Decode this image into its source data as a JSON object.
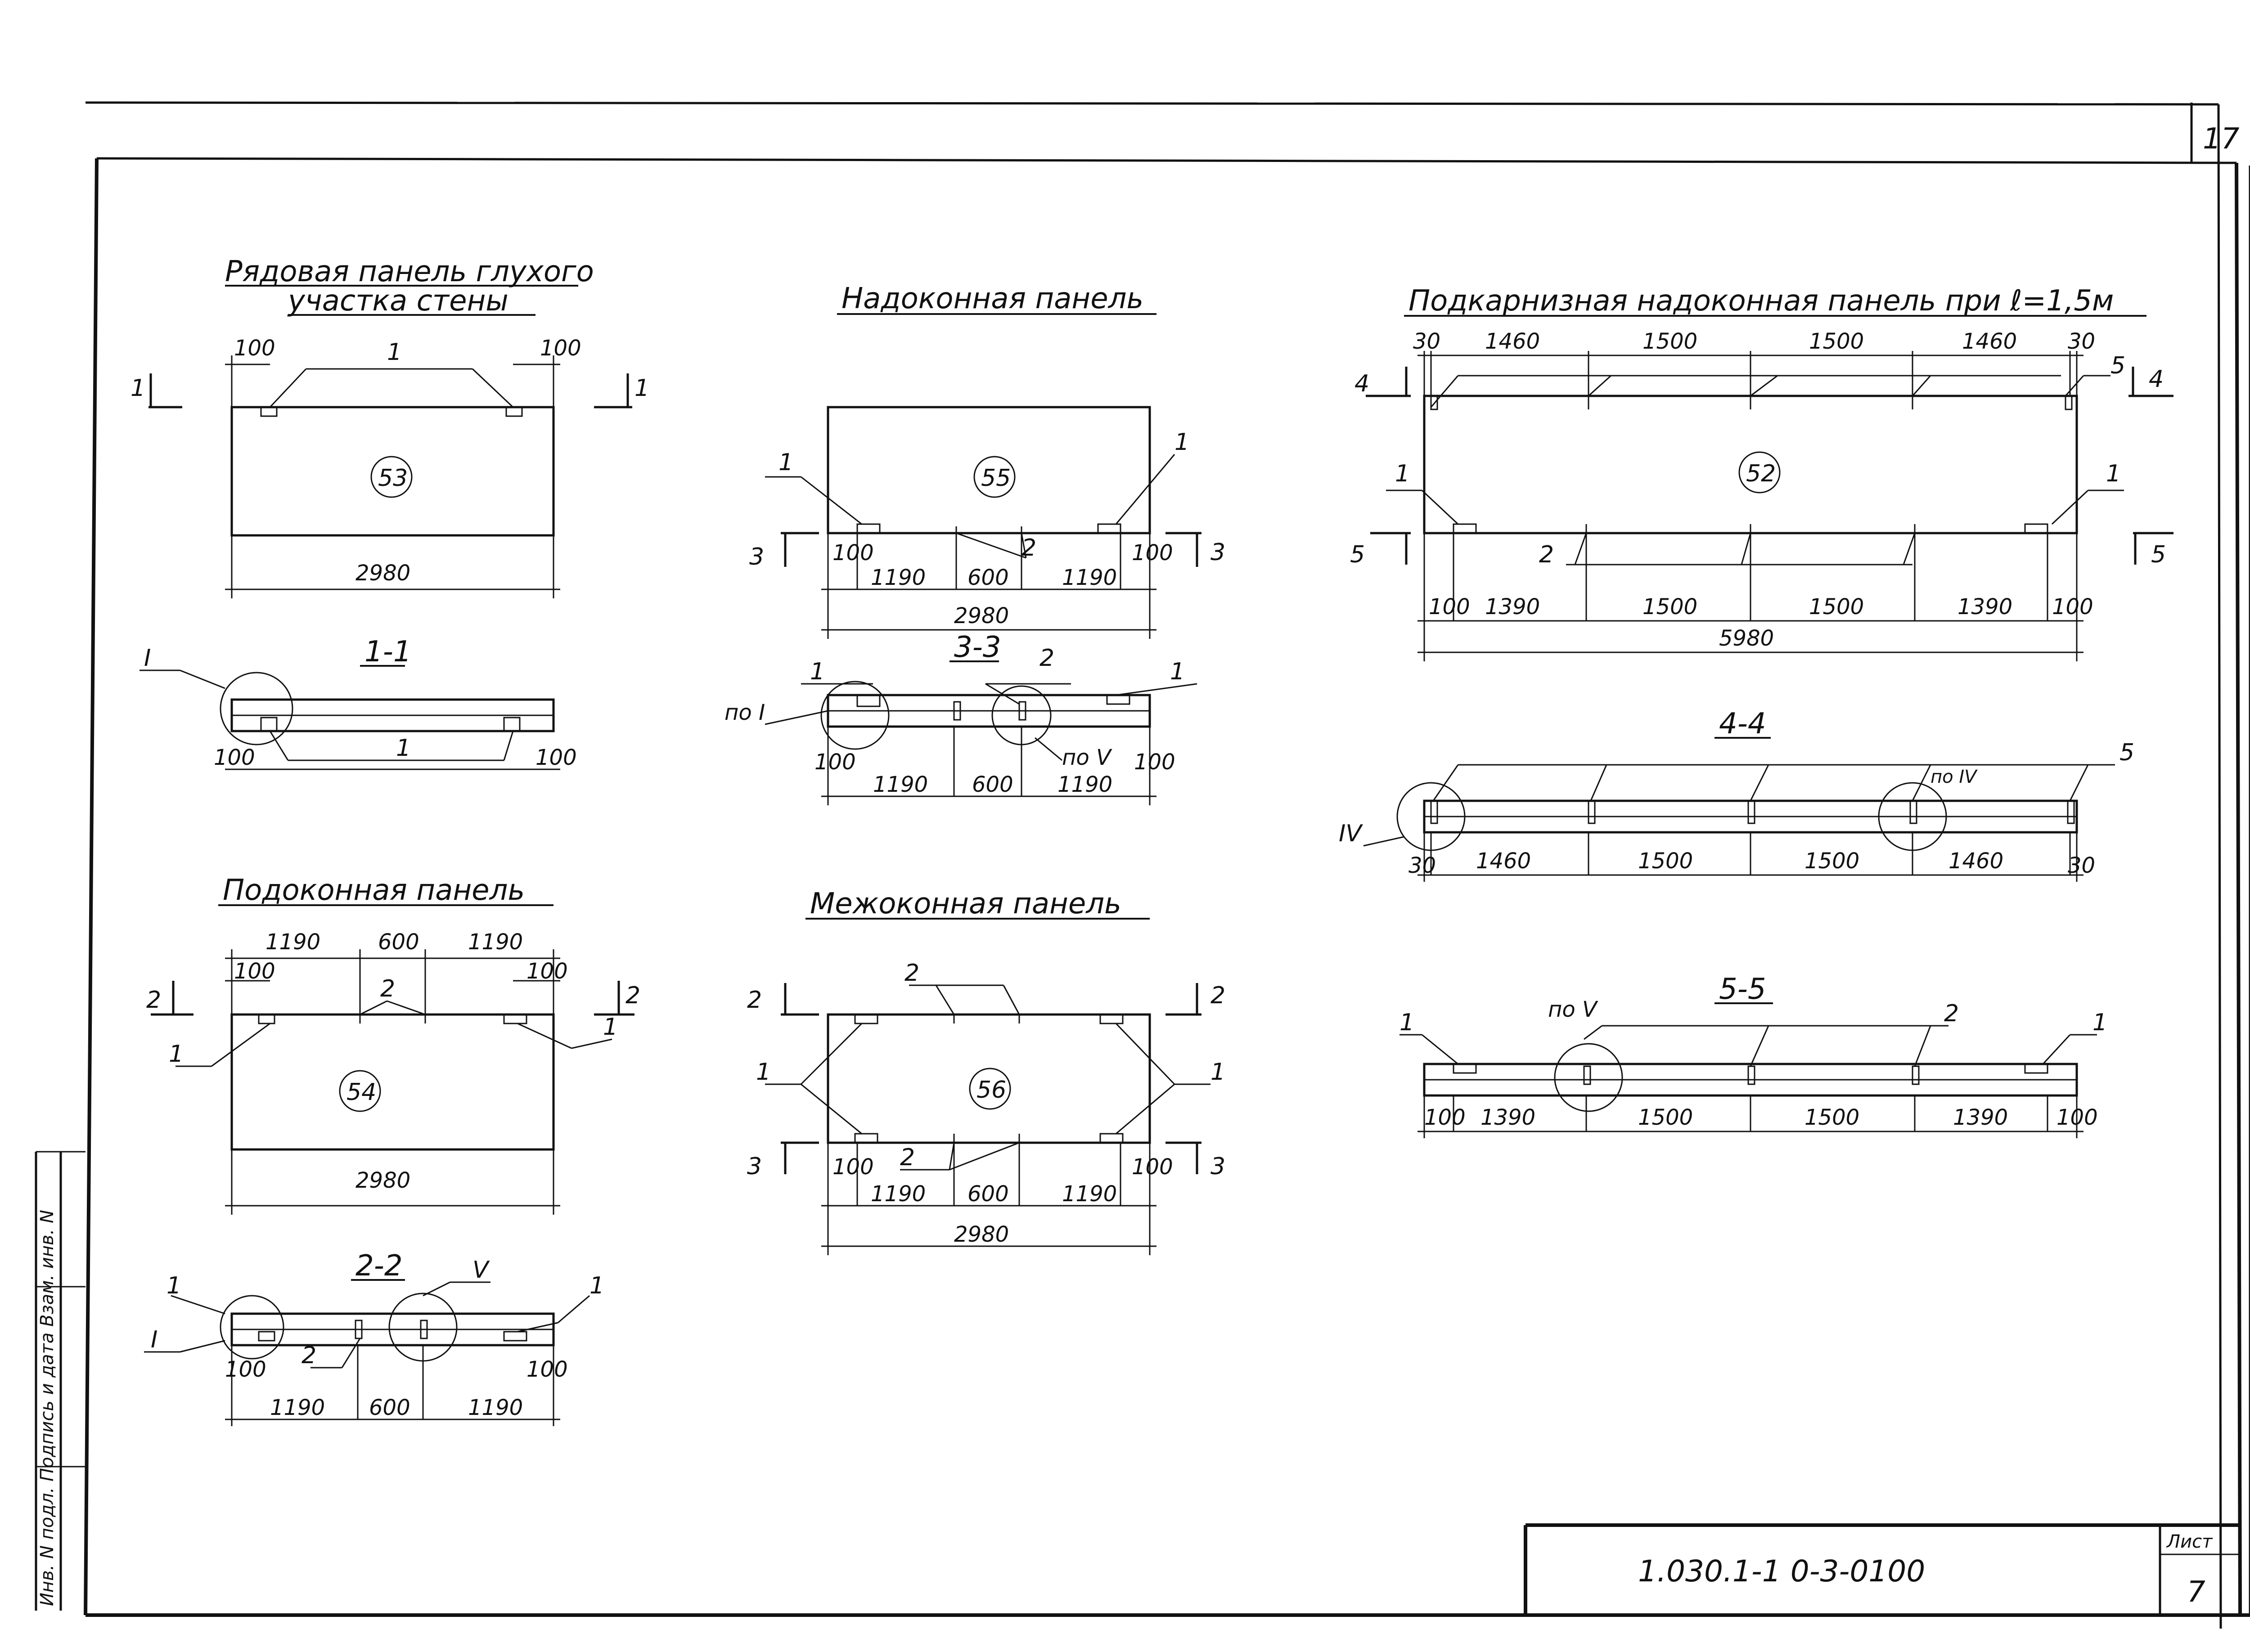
{
  "sheet": {
    "page_number": "17",
    "document_code": "1.030.1-1 0-3-0100",
    "sheet_label": "Лист",
    "sheet_number": "7",
    "side_stamp": "Инв. N подл.  Подпись и дата  Взам. инв. N"
  },
  "panel_53": {
    "title_line1": "Рядовая панель глухого",
    "title_line2": "участка стены",
    "mark": "53",
    "dim_left": "100",
    "dim_right": "100",
    "dim_total": "2980",
    "callout": "1",
    "section_mark": "1"
  },
  "section_1_1": {
    "title": "1-1",
    "node": "I",
    "dim_left": "100",
    "dim_right": "100",
    "callout": "1"
  },
  "panel_55": {
    "title": "Надоконная панель",
    "mark": "55",
    "callout_1": "1",
    "callout_2": "2",
    "dims": [
      "100",
      "1190",
      "600",
      "1190",
      "100"
    ],
    "dim_total": "2980",
    "section_mark": "3"
  },
  "section_3_3": {
    "title": "3-3",
    "callout_1": "1",
    "callout_2": "2",
    "ref_I": "по I",
    "ref_V": "по V",
    "dims": [
      "100",
      "1190",
      "600",
      "1190",
      "100"
    ]
  },
  "panel_52": {
    "title": "Подкарнизная надоконная панель при ℓ=1,5м",
    "mark": "52",
    "top_dims": [
      "30",
      "1460",
      "1500",
      "1500",
      "1460",
      "30"
    ],
    "bottom_dims": [
      "100",
      "1390",
      "1500",
      "1500",
      "1390",
      "100"
    ],
    "dim_total": "5980",
    "callout_1": "1",
    "callout_2": "2",
    "callout_5": "5",
    "section_4": "4",
    "section_5": "5"
  },
  "section_4_4": {
    "title": "4-4",
    "node": "IV",
    "ref": "по IV",
    "callout_5": "5",
    "dims": [
      "30",
      "1460",
      "1500",
      "1500",
      "1460",
      "30"
    ]
  },
  "section_5_5": {
    "title": "5-5",
    "ref": "по V",
    "callout_1": "1",
    "callout_2": "2",
    "dims": [
      "100",
      "1390",
      "1500",
      "1500",
      "1390",
      "100"
    ]
  },
  "panel_54": {
    "title": "Подоконная панель",
    "mark": "54",
    "top_dims": [
      "1190",
      "600",
      "1190"
    ],
    "dim_left": "100",
    "dim_right": "100",
    "dim_total": "2980",
    "callout_1": "1",
    "callout_2": "2",
    "section_mark": "2"
  },
  "section_2_2": {
    "title": "2-2",
    "node_I": "I",
    "node_V": "V",
    "callout_1": "1",
    "callout_2": "2",
    "dims": [
      "100",
      "1190",
      "600",
      "1190",
      "100"
    ]
  },
  "panel_56": {
    "title": "Межоконная панель",
    "mark": "56",
    "callout_1": "1",
    "callout_2": "2",
    "dims": [
      "100",
      "1190",
      "600",
      "1190",
      "100"
    ],
    "dim_total": "2980",
    "section_2": "2",
    "section_3": "3"
  }
}
